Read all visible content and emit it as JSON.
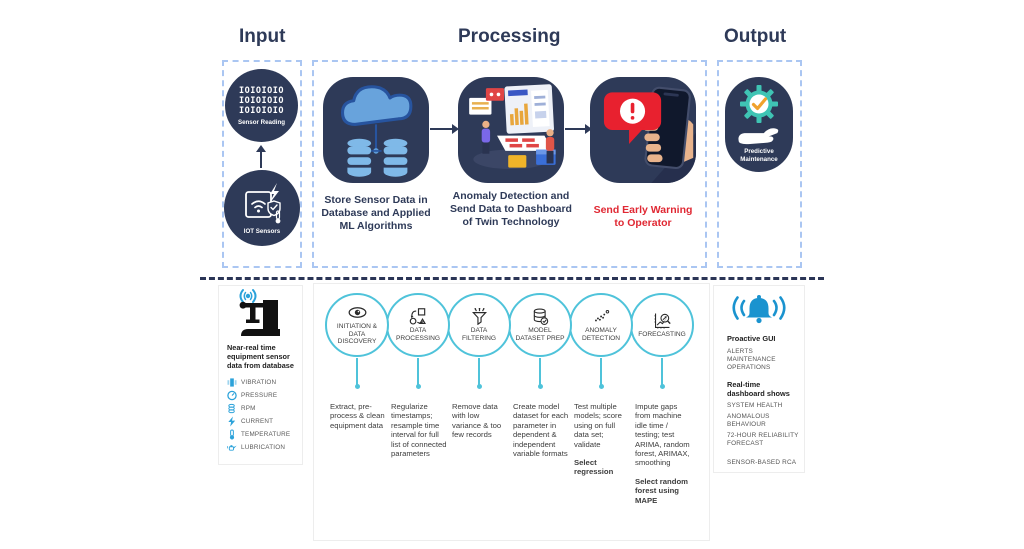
{
  "headers": {
    "input": "Input",
    "processing": "Processing",
    "output": "Output"
  },
  "input_section": {
    "sensor_reading": {
      "binary_lines": [
        "IOIOIOIO",
        "IOIOIOIO",
        "IOIOIOIO"
      ],
      "label": "Sensor Reading"
    },
    "iot_sensors": {
      "label": "IOT Sensors"
    }
  },
  "processing_section": {
    "steps": [
      {
        "icon": "cloud-database-icon",
        "caption": "Store Sensor Data in Database and Applied ML Algorithms"
      },
      {
        "icon": "dashboard-analytics-icon",
        "caption": "Anomaly Detection and Send Data to Dashboard of Twin Technology"
      },
      {
        "icon": "phone-alert-icon",
        "caption": "Send Early Warning to Operator"
      }
    ]
  },
  "output_section": {
    "predictive_maintenance": {
      "label": "Predictive Maintenance"
    }
  },
  "left_panel": {
    "title": "Near-real time equipment sensor data from database",
    "sensors": [
      {
        "icon": "vibration-icon",
        "label": "VIBRATION"
      },
      {
        "icon": "pressure-gauge-icon",
        "label": "PRESSURE"
      },
      {
        "icon": "rpm-coil-icon",
        "label": "RPM"
      },
      {
        "icon": "current-bolt-icon",
        "label": "CURRENT"
      },
      {
        "icon": "temperature-icon",
        "label": "TEMPERATURE"
      },
      {
        "icon": "lubrication-oilcan-icon",
        "label": "LUBRICATION"
      }
    ]
  },
  "pipeline": {
    "stages": [
      {
        "icon": "eye-icon",
        "label": "INITIATION & DATA DISCOVERY",
        "description": "Extract, pre-process & clean equipment data",
        "note": ""
      },
      {
        "icon": "process-shapes-icon",
        "label": "DATA PROCESSING",
        "description": "Regularize timestamps; resample time interval for full list of connected parameters",
        "note": ""
      },
      {
        "icon": "funnel-icon",
        "label": "DATA FILTERING",
        "description": "Remove data with low variance & too few records",
        "note": ""
      },
      {
        "icon": "database-check-icon",
        "label": "MODEL DATASET PREP",
        "description": "Create model dataset for each parameter in dependent & independent variable formats",
        "note": ""
      },
      {
        "icon": "scatter-dots-icon",
        "label": "ANOMALY DETECTION",
        "description": "Test multiple models; score using on full data set; validate",
        "note": "Select regression"
      },
      {
        "icon": "forecast-chart-icon",
        "label": "FORECASTING",
        "description": "Impute gaps from machine idle time / testing; test ARIMA, random forest, ARIMAX, smoothing",
        "note": "Select random forest using MAPE"
      }
    ]
  },
  "right_panel": {
    "proactive_gui": {
      "title": "Proactive GUI",
      "items": [
        "ALERTS",
        "MAINTENANCE",
        "OPERATIONS"
      ]
    },
    "dashboard": {
      "title": "Real-time dashboard shows",
      "items": [
        "SYSTEM HEALTH",
        "ANOMALOUS BEHAVIOUR",
        "72-HOUR RELIABILITY FORECAST",
        "SENSOR-BASED RCA"
      ]
    }
  },
  "colors": {
    "navy": "#2e3a58",
    "dashed_blue": "#aac6f2",
    "cyan": "#4fc3da",
    "alert_red": "#e8212f",
    "red_text": "#e02833",
    "bell_blue": "#1a93cf",
    "sensor_blue": "#2ba2da",
    "gear_teal": "#3fc4b4",
    "check_orange": "#f0a22c"
  }
}
